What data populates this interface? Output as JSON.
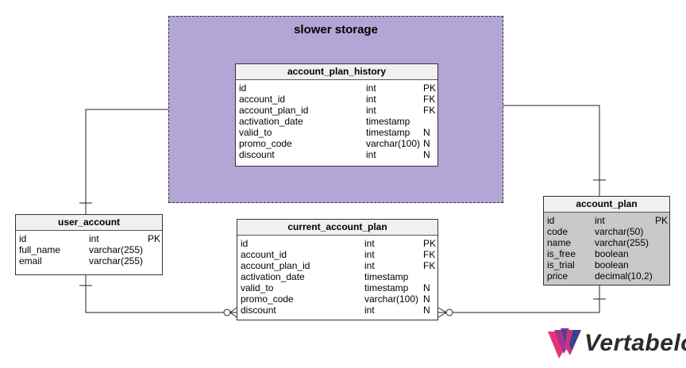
{
  "zone": {
    "title": "slower storage",
    "fill": "#b3a5d6"
  },
  "tables": {
    "account_plan_history": {
      "name": "account_plan_history",
      "columns": [
        {
          "name": "id",
          "type": "int",
          "key": "PK"
        },
        {
          "name": "account_id",
          "type": "int",
          "key": "FK"
        },
        {
          "name": "account_plan_id",
          "type": "int",
          "key": "FK"
        },
        {
          "name": "activation_date",
          "type": "timestamp",
          "key": ""
        },
        {
          "name": "valid_to",
          "type": "timestamp",
          "key": "N"
        },
        {
          "name": "promo_code",
          "type": "varchar(100)",
          "key": "N"
        },
        {
          "name": "discount",
          "type": "int",
          "key": "N"
        }
      ]
    },
    "current_account_plan": {
      "name": "current_account_plan",
      "columns": [
        {
          "name": "id",
          "type": "int",
          "key": "PK"
        },
        {
          "name": "account_id",
          "type": "int",
          "key": "FK"
        },
        {
          "name": "account_plan_id",
          "type": "int",
          "key": "FK"
        },
        {
          "name": "activation_date",
          "type": "timestamp",
          "key": ""
        },
        {
          "name": "valid_to",
          "type": "timestamp",
          "key": "N"
        },
        {
          "name": "promo_code",
          "type": "varchar(100)",
          "key": "N"
        },
        {
          "name": "discount",
          "type": "int",
          "key": "N"
        }
      ]
    },
    "user_account": {
      "name": "user_account",
      "columns": [
        {
          "name": "id",
          "type": "int",
          "key": "PK"
        },
        {
          "name": "full_name",
          "type": "varchar(255)",
          "key": ""
        },
        {
          "name": "email",
          "type": "varchar(255)",
          "key": ""
        }
      ]
    },
    "account_plan": {
      "name": "account_plan",
      "columns": [
        {
          "name": "id",
          "type": "int",
          "key": "PK"
        },
        {
          "name": "code",
          "type": "varchar(50)",
          "key": ""
        },
        {
          "name": "name",
          "type": "varchar(255)",
          "key": ""
        },
        {
          "name": "is_free",
          "type": "boolean",
          "key": ""
        },
        {
          "name": "is_trial",
          "type": "boolean",
          "key": ""
        },
        {
          "name": "price",
          "type": "decimal(10,2)",
          "key": ""
        }
      ]
    }
  },
  "logo": {
    "text": "Vertabelo",
    "icon": "vertabelo-logo-icon"
  }
}
